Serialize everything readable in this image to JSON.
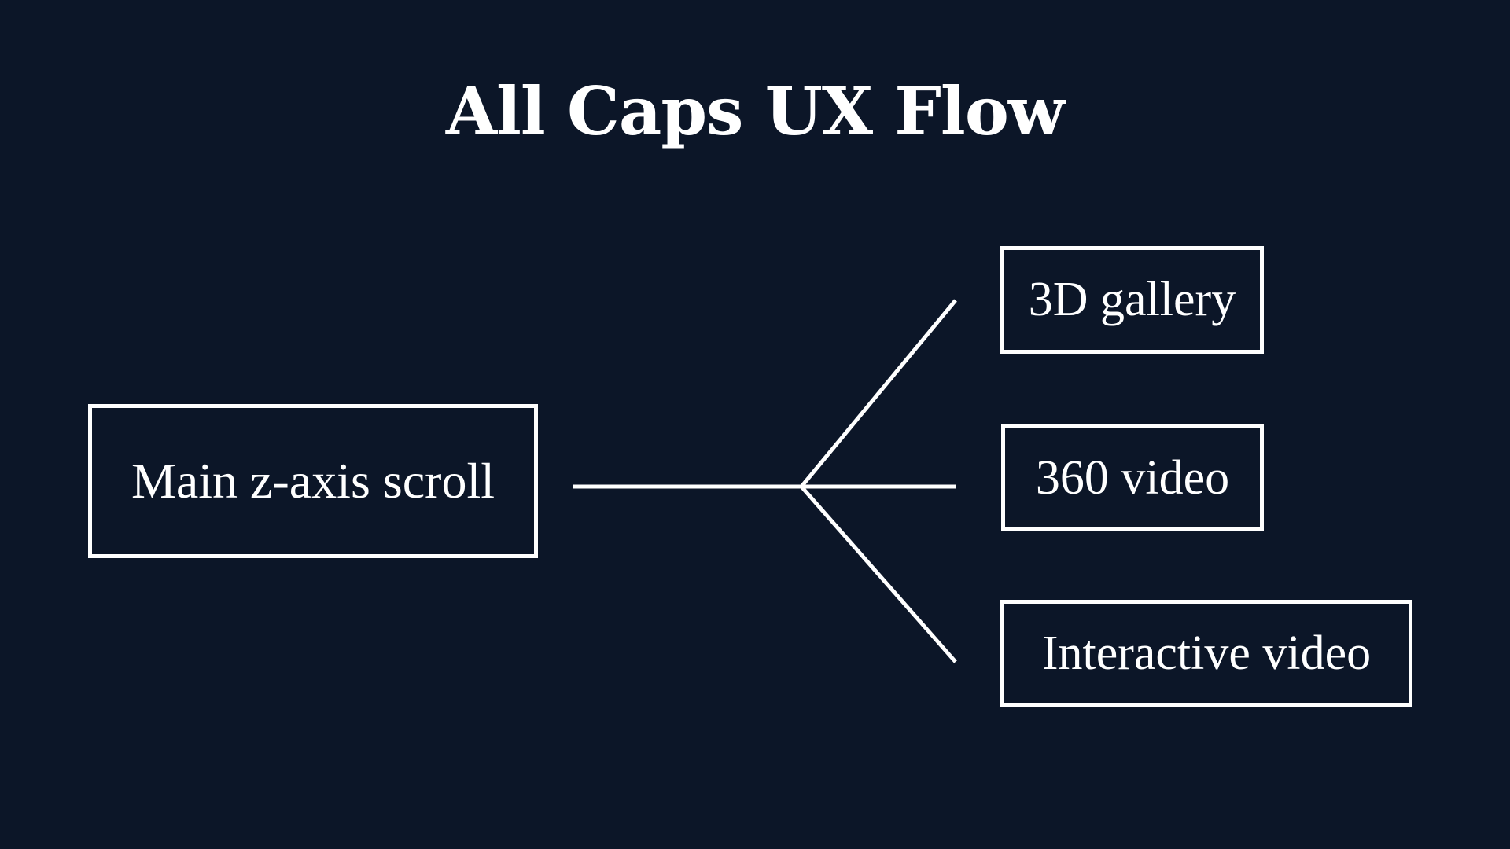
{
  "title": "All Caps UX Flow",
  "colors": {
    "background": "#0c1628",
    "foreground": "#ffffff"
  },
  "nodes": {
    "main": "Main z-axis scroll",
    "branches": [
      "3D gallery",
      "360 video",
      "Interactive video"
    ]
  },
  "connections": [
    {
      "from": "Main z-axis scroll",
      "to": "3D gallery"
    },
    {
      "from": "Main z-axis scroll",
      "to": "360 video"
    },
    {
      "from": "Main z-axis scroll",
      "to": "Interactive video"
    }
  ]
}
